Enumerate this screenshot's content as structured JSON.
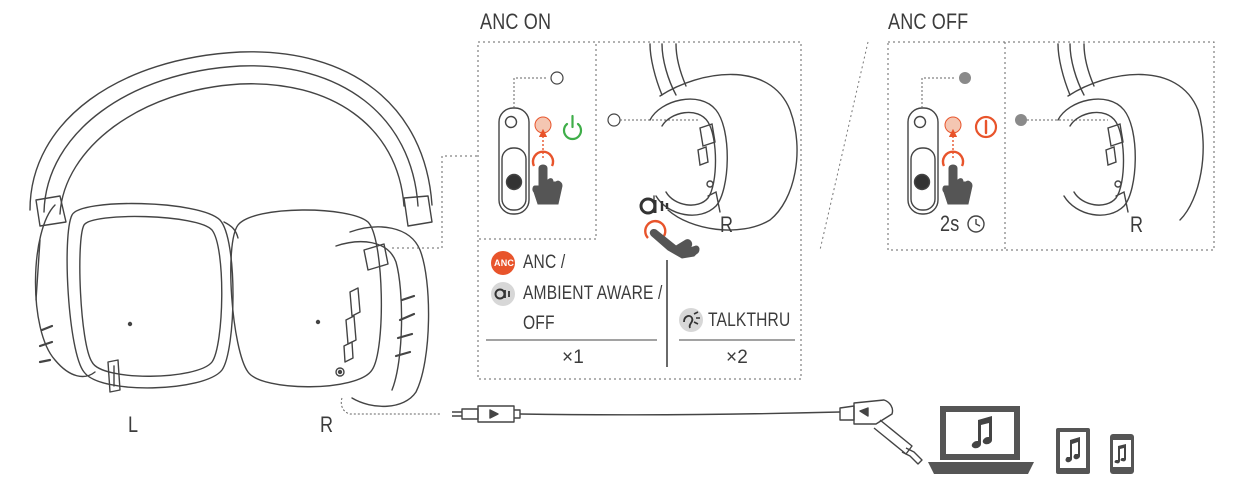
{
  "anc_on": {
    "title": "ANC ON",
    "side_label": "R"
  },
  "anc_off": {
    "title": "ANC OFF",
    "side_label": "R",
    "hold_time": "2s"
  },
  "legend": {
    "anc_badge": "ANC",
    "single_press": {
      "line1": "ANC /",
      "line2": "AMBIENT AWARE /",
      "line3": "OFF",
      "count": "×1"
    },
    "double_press": {
      "label": "TALKTHRU",
      "count": "×2"
    }
  },
  "headphones": {
    "left_label": "L",
    "right_label": "R"
  },
  "colors": {
    "accent": "#e8542b",
    "power_on": "#3fae49",
    "line": "#555555",
    "dot_fill": "#8a8a8a"
  },
  "icons": [
    "power-icon",
    "hand-press-icon",
    "ambient-aware-icon",
    "talkthru-icon",
    "clock-icon",
    "music-note-icon"
  ]
}
